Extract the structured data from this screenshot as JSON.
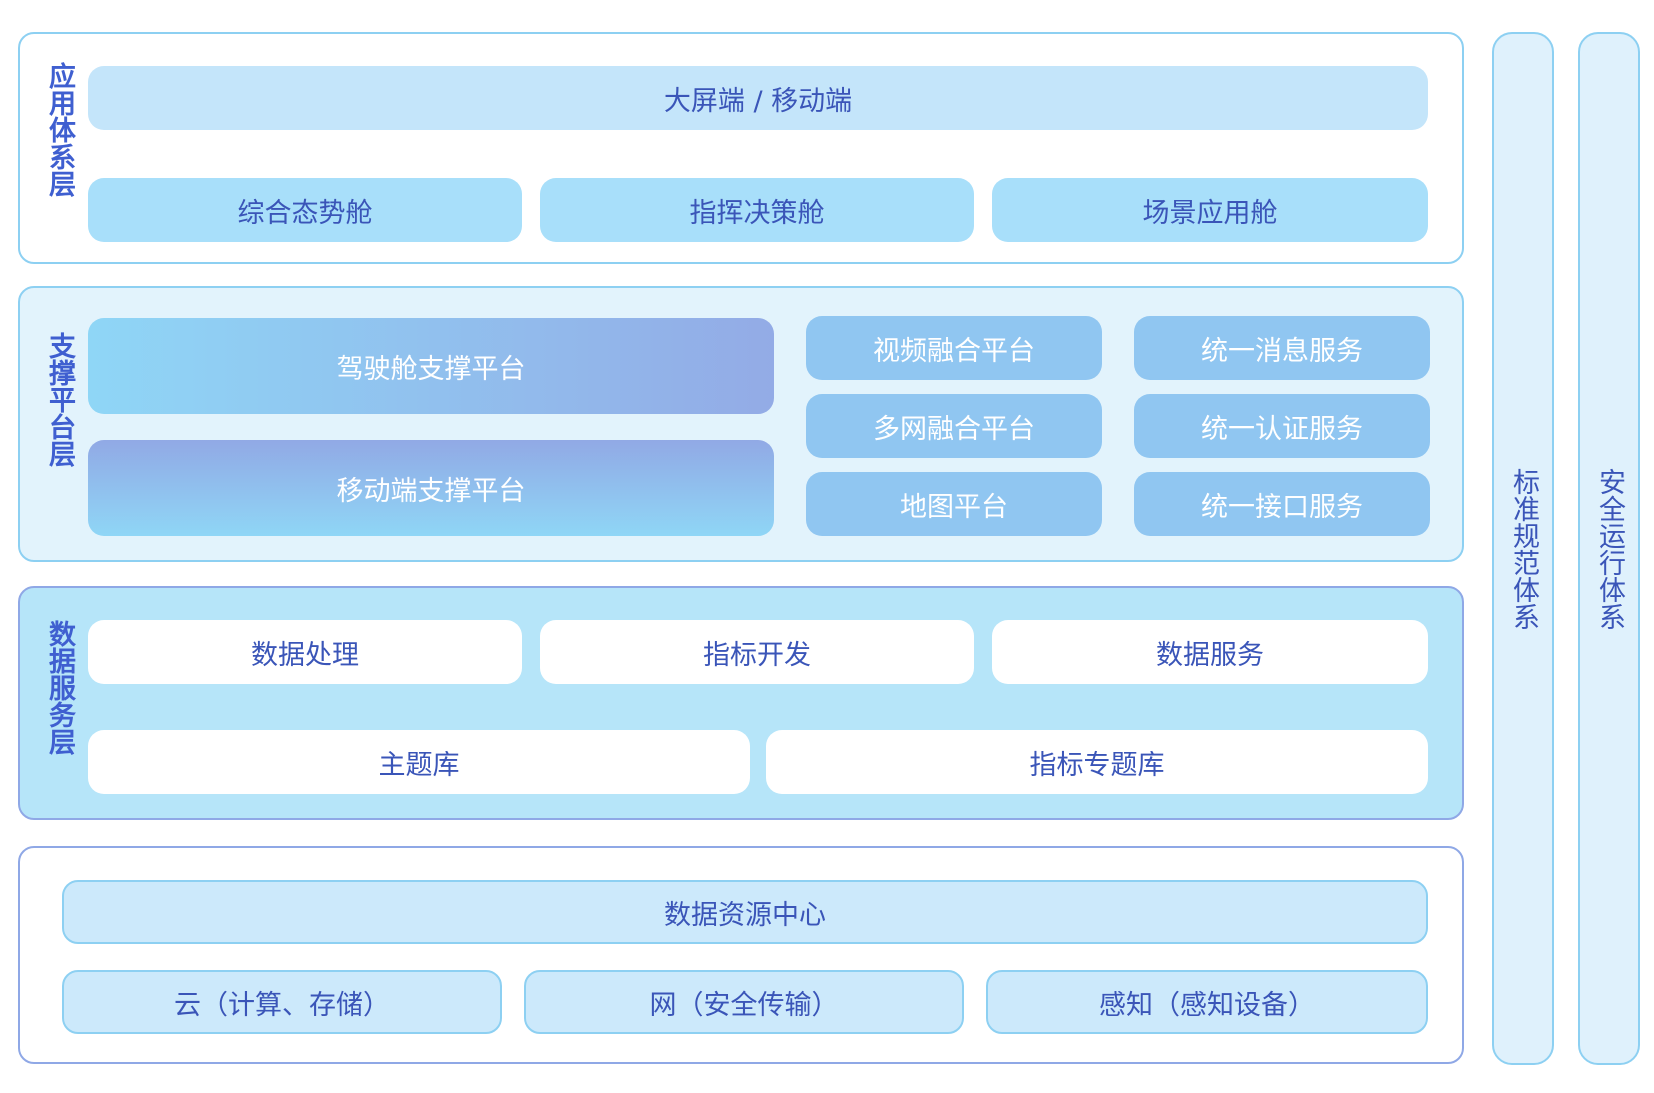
{
  "application_layer": {
    "label": "应用体系层",
    "top_bar": "大屏端 / 移动端",
    "items": [
      "综合态势舱",
      "指挥决策舱",
      "场景应用舱"
    ]
  },
  "support_layer": {
    "label": "支撑平台层",
    "platforms": [
      "驾驶舱支撑平台",
      "移动端支撑平台"
    ],
    "grid": [
      [
        "视频融合平台",
        "统一消息服务"
      ],
      [
        "多网融合平台",
        "统一认证服务"
      ],
      [
        "地图平台",
        "统一接口服务"
      ]
    ]
  },
  "data_service_layer": {
    "label": "数据服务层",
    "row1": [
      "数据处理",
      "指标开发",
      "数据服务"
    ],
    "row2": [
      "主题库",
      "指标专题库"
    ]
  },
  "resource_layer": {
    "top_bar": "数据资源中心",
    "items": [
      "云（计算、存储）",
      "网（安全传输）",
      "感知（感知设备）"
    ]
  },
  "side_columns": [
    "标准规范体系",
    "安全运行体系"
  ]
}
